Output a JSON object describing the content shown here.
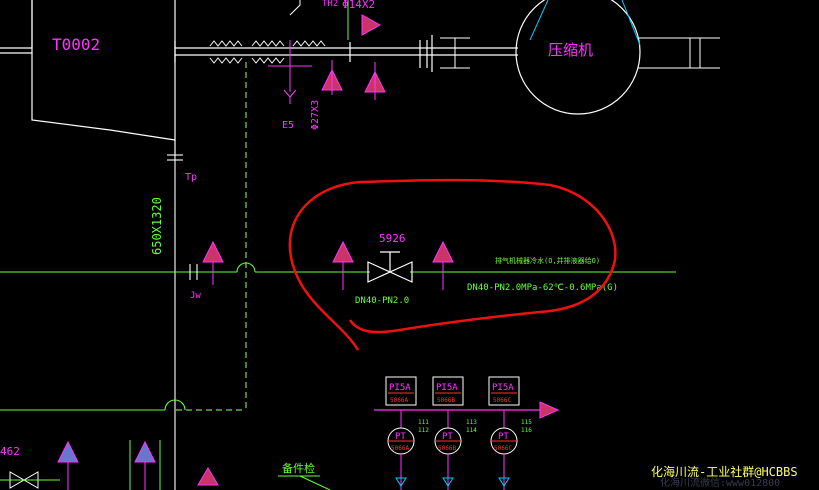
{
  "drawing": {
    "background": "#000000",
    "colors": {
      "outline": "#ffffff",
      "line_green": "#66ff33",
      "dash_green": "#99ff66",
      "label_magenta": "#ff33ff",
      "label_green": "#66ff33",
      "cloud_red": "#ee1111",
      "cyan": "#00ccff",
      "instrument_red": "#ff3333",
      "yellow": "#ffff66",
      "arrow_fill_red": "#cc3366",
      "arrow_fill_blue": "#6677cc"
    },
    "equipment": {
      "tank_tag": "T0002",
      "compressor_label": "压缩机",
      "vertical_pipe_size": "650X1320",
      "tp_label": "Tp",
      "jw_label": "Jw",
      "top_pipe_size": "Φ14X2",
      "top_pipe_size_prefix": "TH2",
      "drain_pipe_size": "Φ27X3",
      "drain_tag": "E5",
      "left_tag": "462"
    },
    "valve": {
      "tag": "5926",
      "size": "DN40-PN2.0",
      "line_note": "排气机械器冷水(O,并排液器给O)",
      "line_spec": "DN40-PN2.0MPa-62℃-0.6MPa(G)"
    },
    "instruments": [
      {
        "top_tag": "PI5A",
        "top_num": "5066A",
        "pt_tag": "PT",
        "pt_num": "5066A",
        "side": "111\n112"
      },
      {
        "top_tag": "PI5A",
        "top_num": "5066B",
        "pt_tag": "PT",
        "pt_num": "5066B",
        "side": "113\n114"
      },
      {
        "top_tag": "PI5A",
        "top_num": "5066C",
        "pt_tag": "PT",
        "pt_num": "5066C",
        "side": "115\n116"
      }
    ],
    "bottom_label": "备件检",
    "watermark": {
      "text": "化海川流-工业社群@HCBBS",
      "ghost": "化海川流微信:www012800"
    }
  }
}
